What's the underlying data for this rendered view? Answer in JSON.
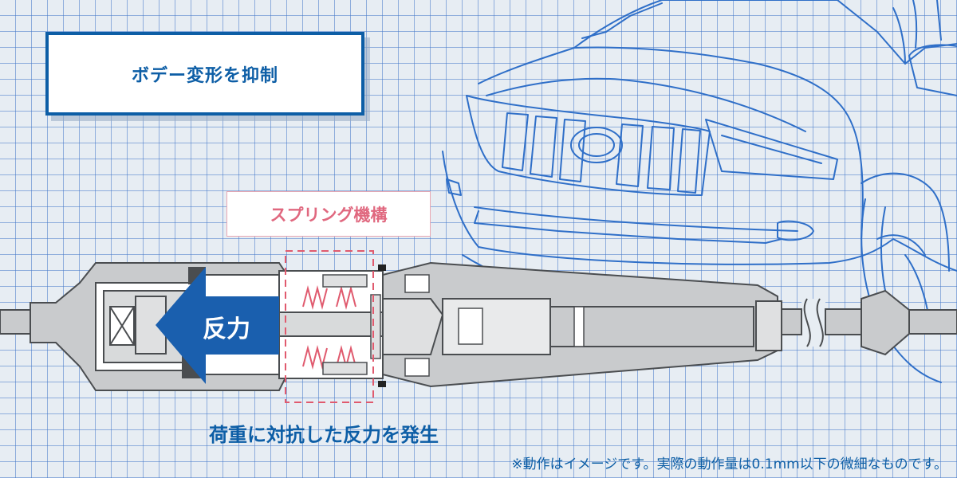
{
  "title_box": {
    "label": "ボデー変形を抑制"
  },
  "spring_box": {
    "label": "スプリング機構"
  },
  "force_arrow": {
    "label": "反力"
  },
  "caption": {
    "label": "荷重に対抗した反力を発生"
  },
  "footnote": {
    "label": "※動作はイメージです。実際の動作量は0.1mm以下の微細なものです。"
  },
  "colors": {
    "brand_blue": "#0d5ea6",
    "spring_pink": "#e0687f",
    "grid_blue": "#4678c8",
    "part_gray": "#c9cbcd",
    "part_dark": "#4a4d50"
  }
}
